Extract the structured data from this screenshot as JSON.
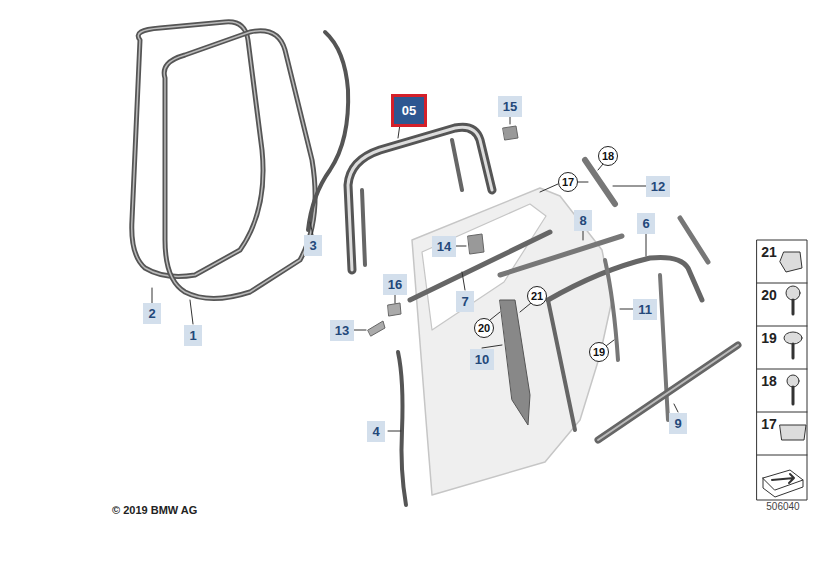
{
  "diagram": {
    "labels": [
      "05",
      "15",
      "18",
      "17",
      "12",
      "3",
      "14",
      "8",
      "6",
      "21",
      "16",
      "2",
      "13",
      "7",
      "20",
      "11",
      "1",
      "10",
      "19",
      "4",
      "9",
      "© 2019 BMW AG",
      "21",
      "20",
      "19",
      "18",
      "17",
      "506040"
    ]
  }
}
